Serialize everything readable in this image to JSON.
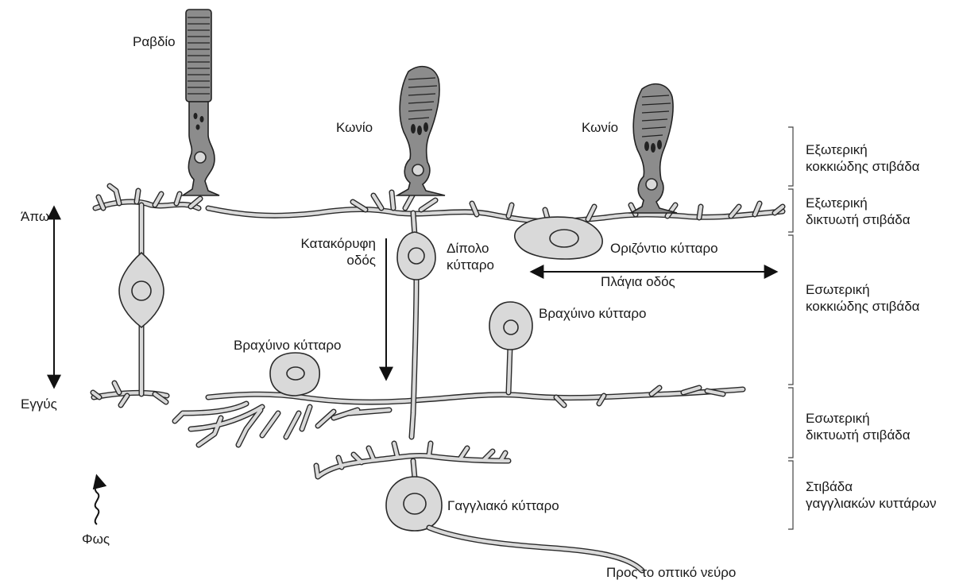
{
  "labels": {
    "rod": "Ραβδίο",
    "cone_1": "Κωνίο",
    "cone_2": "Κωνίο",
    "far": "Άπω",
    "near": "Εγγύς",
    "vertical_path": "Κατακόρυφη\nοδός",
    "bipolar_cell": "Δίπολο\nκύτταρο",
    "horizontal_cell": "Οριζόντιο κύτταρο",
    "lateral_path": "Πλάγια οδός",
    "amacrine_cell_left": "Βραχύινο κύτταρο",
    "amacrine_cell_right": "Βραχύινο κύτταρο",
    "ganglion_cell": "Γαγγλιακό κύτταρο",
    "to_optic_nerve": "Προς το οπτικό νεύρο",
    "light": "Φως"
  },
  "layers": [
    "Εξωτερική\nκοκκιώδης στιβάδα",
    "Εξωτερική\nδικτυωτή στιβάδα",
    "Εσωτερική\nκοκκιώδης στιβάδα",
    "Εσωτερική\nδικτυωτή στιβάδα",
    "Στιβάδα\nγαγγλιακών κυττάρων"
  ]
}
